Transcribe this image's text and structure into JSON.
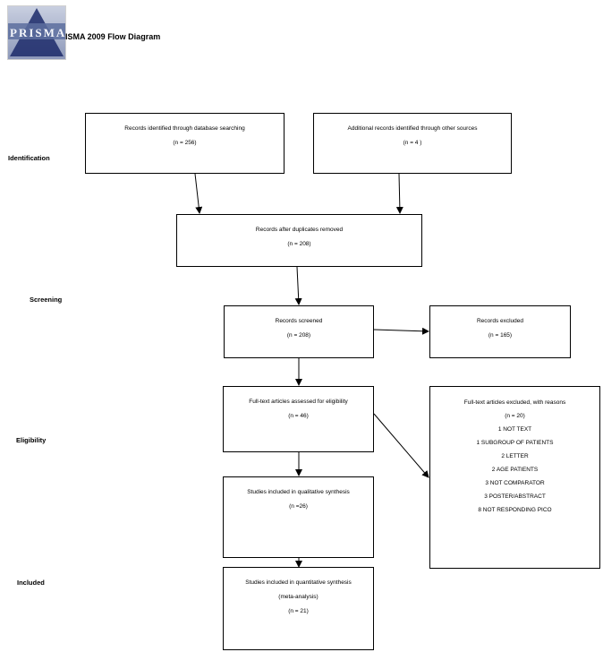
{
  "logo": {
    "text": "PRISMA"
  },
  "title": "ISMA 2009 Flow Diagram",
  "stages": {
    "identification": "Identification",
    "screening": "Screening",
    "eligibility": "Eligibility",
    "included": "Included"
  },
  "boxes": {
    "db_search": {
      "label": "Records identified through database searching",
      "count": "(n = 256)"
    },
    "other_sources": {
      "label": "Additional records identified through other sources",
      "count": "(n =  4 )"
    },
    "duplicates_removed": {
      "label": "Records after duplicates removed",
      "count": "(n = 208)"
    },
    "screened": {
      "label": "Records screened",
      "count": "(n = 208)"
    },
    "excluded": {
      "label": "Records excluded",
      "count": "(n = 165)"
    },
    "fulltext_assessed": {
      "label": "Full-text articles assessed for eligibility",
      "count": "(n = 46)"
    },
    "fulltext_excluded": {
      "label": "Full-text articles excluded, with reasons",
      "count": "(n = 20)",
      "reasons": [
        "1 NOT TEXT",
        "1 SUBGROUP OF PATIENTS",
        "2 LETTER",
        "2 AGE PATIENTS",
        "3 NOT COMPARATOR",
        "3 POSTER/ABSTRACT",
        "8 NOT RESPONDING PICO"
      ]
    },
    "qualitative": {
      "label": "Studies included in qualitative synthesis",
      "count": "(n =26)"
    },
    "quantitative": {
      "label": "Studies included in quantitative synthesis",
      "sublabel": "(meta-analysis)",
      "count": "(n = 21)"
    }
  }
}
